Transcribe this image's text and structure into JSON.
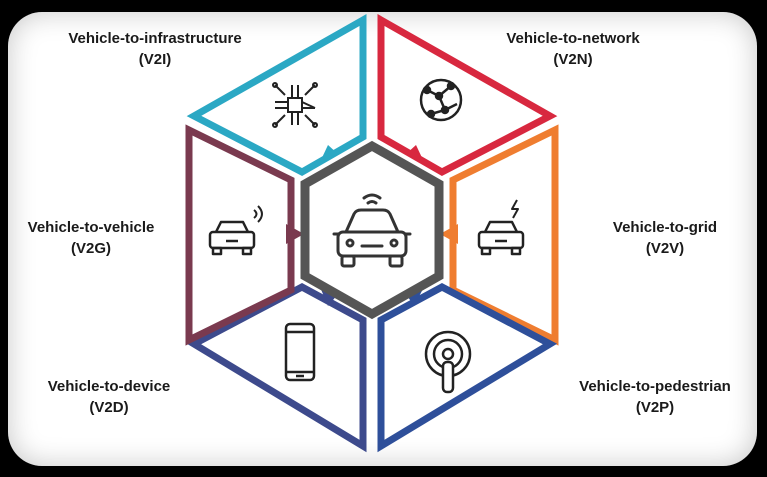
{
  "segments": [
    {
      "id": "v2i",
      "title": "Vehicle-to-infrastructure",
      "code": "(V2I)",
      "color": "#2ba8c4",
      "icon": "circuit-icon"
    },
    {
      "id": "v2n",
      "title": "Vehicle-to-network",
      "code": "(V2N)",
      "color": "#d8283f",
      "icon": "globe-network-icon"
    },
    {
      "id": "v2grid",
      "title": "Vehicle-to-grid",
      "code": "(V2V)",
      "color": "#ef7d30",
      "icon": "electric-car-icon"
    },
    {
      "id": "v2p",
      "title": "Vehicle-to-pedestrian",
      "code": "(V2P)",
      "color": "#2e4f9a",
      "icon": "pedestrian-signal-icon"
    },
    {
      "id": "v2d",
      "title": "Vehicle-to-device",
      "code": "(V2D)",
      "color": "#3d4a8c",
      "icon": "smartphone-icon"
    },
    {
      "id": "v2v",
      "title": "Vehicle-to-vehicle",
      "code": "(V2G)",
      "color": "#7a3a4f",
      "icon": "connected-car-icon"
    }
  ],
  "center": {
    "icon": "connected-car-icon",
    "color": "#555555"
  }
}
